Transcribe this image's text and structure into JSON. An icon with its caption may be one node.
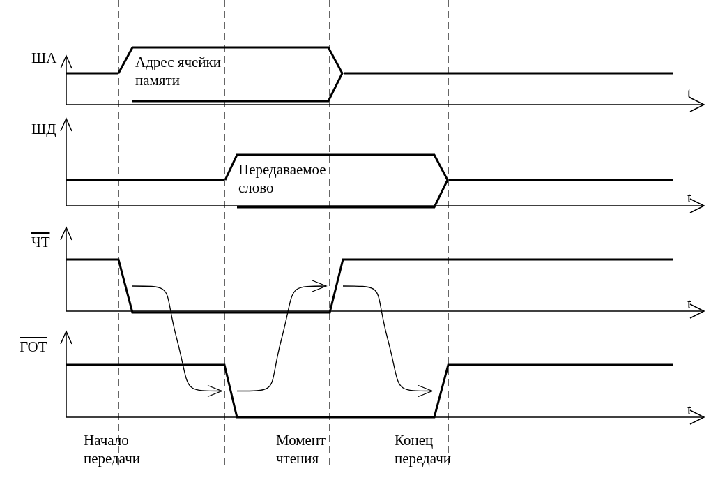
{
  "diagram": {
    "nodes": [
      {
        "text": [
          "Адрес ячейки памяти"
        ]
      },
      {
        "text": [
          "Передаваемое слово"
        ]
      },
      {
        "text": [],
        "shape": "line"
      },
      {
        "text": [],
        "shape": "line"
      }
    ],
    "edges": [
      {
        "from": 2,
        "to": 3,
        "arrow": "to"
      },
      {
        "from": 3,
        "to": 2,
        "arrow": "to"
      },
      {
        "from": 2,
        "to": 3,
        "arrow": "to"
      }
    ],
    "labels": [
      "ША",
      "t",
      "ШД",
      "t",
      "ЧТ",
      "t",
      "ГОТ",
      "t",
      "Начало передачи",
      "Момент чтения",
      "Конец передачи"
    ]
  }
}
